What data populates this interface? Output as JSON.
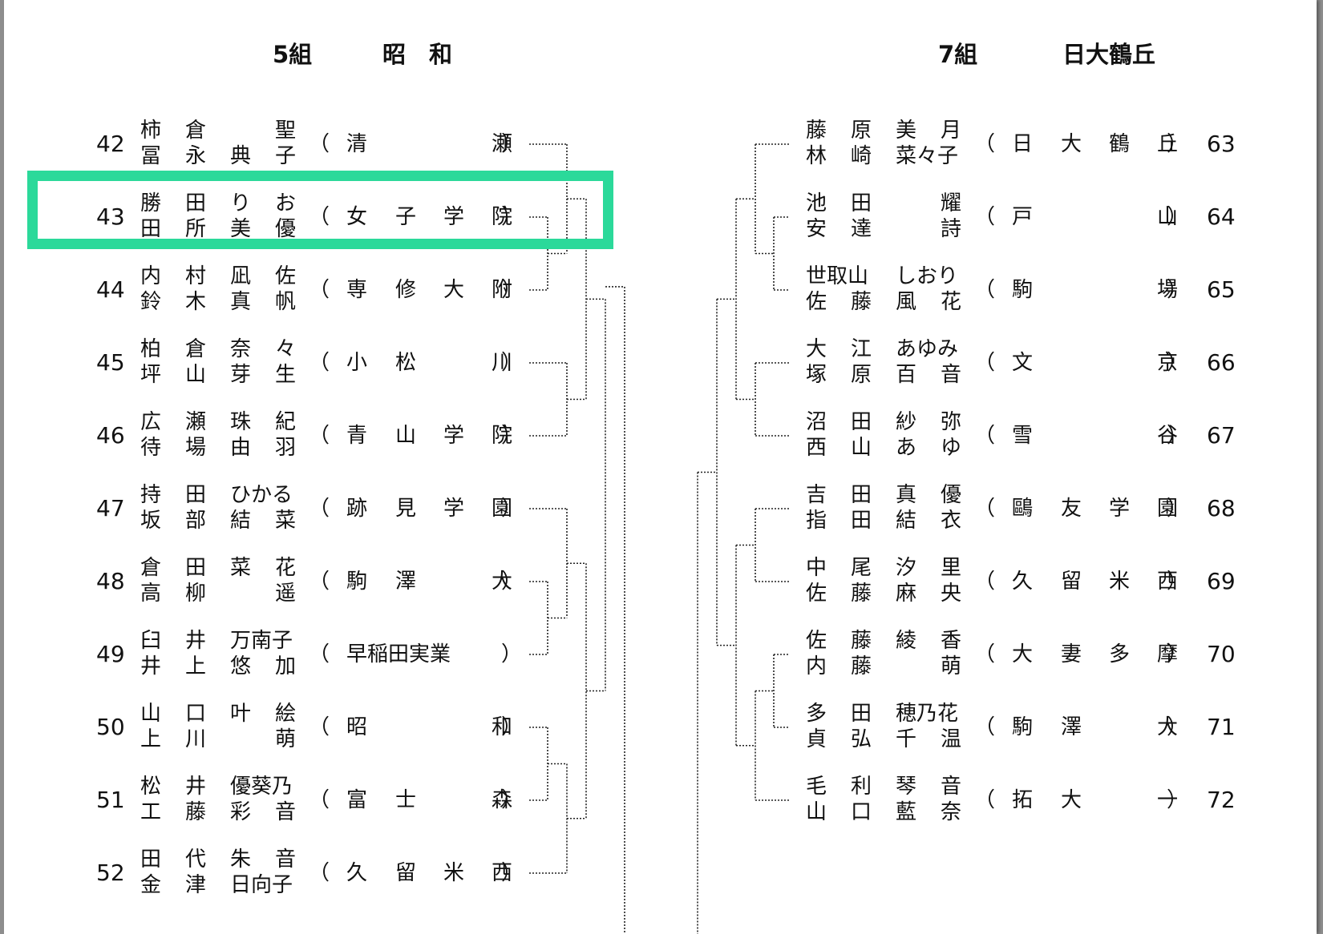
{
  "left": {
    "group": "5組",
    "school": "昭　和",
    "entries": [
      {
        "no": "42",
        "p1": [
          "柿",
          "倉",
          "",
          "聖"
        ],
        "p2": [
          "冨",
          "永",
          "典",
          "子"
        ],
        "school": [
          "清",
          "",
          "",
          "瀬"
        ]
      },
      {
        "no": "43",
        "p1": [
          "勝",
          "田",
          "り",
          "お"
        ],
        "p2": [
          "田",
          "所",
          "美",
          "優"
        ],
        "school": [
          "女",
          "子",
          "学",
          "院"
        ]
      },
      {
        "no": "44",
        "p1": [
          "内",
          "村",
          "凪",
          "佐"
        ],
        "p2": [
          "鈴",
          "木",
          "真",
          "帆"
        ],
        "school": [
          "専",
          "修",
          "大",
          "附"
        ]
      },
      {
        "no": "45",
        "p1": [
          "柏",
          "倉",
          "奈",
          "々"
        ],
        "p2": [
          "坪",
          "山",
          "芽",
          "生"
        ],
        "school": [
          "小",
          "松",
          "",
          "川"
        ]
      },
      {
        "no": "46",
        "p1": [
          "広",
          "瀬",
          "珠",
          "紀"
        ],
        "p2": [
          "待",
          "場",
          "由",
          "羽"
        ],
        "school": [
          "青",
          "山",
          "学",
          "院"
        ]
      },
      {
        "no": "47",
        "p1": [
          "持",
          "田",
          "ひかる",
          ""
        ],
        "p2": [
          "坂",
          "部",
          "結",
          "菜"
        ],
        "school": [
          "跡",
          "見",
          "学",
          "園"
        ]
      },
      {
        "no": "48",
        "p1": [
          "倉",
          "田",
          "菜",
          "花"
        ],
        "p2": [
          "高",
          "柳",
          "",
          "遥"
        ],
        "school": [
          "駒",
          "澤",
          "",
          "大"
        ]
      },
      {
        "no": "49",
        "p1": [
          "臼",
          "井",
          "万南子",
          ""
        ],
        "p2": [
          "井",
          "上",
          "悠",
          "加"
        ],
        "school": [
          "早稲田実業",
          "",
          "",
          ""
        ]
      },
      {
        "no": "50",
        "p1": [
          "山",
          "口",
          "叶",
          "絵"
        ],
        "p2": [
          "上",
          "川",
          "",
          "萌"
        ],
        "school": [
          "昭",
          "",
          "",
          "和"
        ]
      },
      {
        "no": "51",
        "p1": [
          "松",
          "井",
          "優葵乃",
          ""
        ],
        "p2": [
          "工",
          "藤",
          "彩",
          "音"
        ],
        "school": [
          "富",
          "士",
          "",
          "森"
        ]
      },
      {
        "no": "52",
        "p1": [
          "田",
          "代",
          "朱",
          "音"
        ],
        "p2": [
          "金",
          "津",
          "日向子",
          ""
        ],
        "school": [
          "久",
          "留",
          "米",
          "西"
        ]
      }
    ]
  },
  "right": {
    "group": "7組",
    "school": "日大鶴丘",
    "entries": [
      {
        "no": "63",
        "p1": [
          "藤",
          "原",
          "美",
          "月"
        ],
        "p2": [
          "林",
          "崎",
          "菜々子",
          ""
        ],
        "school": [
          "日",
          "大",
          "鶴",
          "丘"
        ]
      },
      {
        "no": "64",
        "p1": [
          "池",
          "田",
          "",
          "耀"
        ],
        "p2": [
          "安",
          "達",
          "",
          "詩"
        ],
        "school": [
          "戸",
          "",
          "",
          "山"
        ]
      },
      {
        "no": "65",
        "p1": [
          "世取山",
          "",
          "しおり",
          ""
        ],
        "p2": [
          "佐",
          "藤",
          "風",
          "花"
        ],
        "school": [
          "駒",
          "",
          "",
          "場"
        ]
      },
      {
        "no": "66",
        "p1": [
          "大",
          "江",
          "あゆみ",
          ""
        ],
        "p2": [
          "塚",
          "原",
          "百",
          "音"
        ],
        "school": [
          "文",
          "",
          "",
          "京"
        ]
      },
      {
        "no": "67",
        "p1": [
          "沼",
          "田",
          "紗",
          "弥"
        ],
        "p2": [
          "西",
          "山",
          "あ",
          "ゆ"
        ],
        "school": [
          "雪",
          "",
          "",
          "谷"
        ]
      },
      {
        "no": "68",
        "p1": [
          "吉",
          "田",
          "真",
          "優"
        ],
        "p2": [
          "指",
          "田",
          "結",
          "衣"
        ],
        "school": [
          "鷗",
          "友",
          "学",
          "園"
        ]
      },
      {
        "no": "69",
        "p1": [
          "中",
          "尾",
          "汐",
          "里"
        ],
        "p2": [
          "佐",
          "藤",
          "麻",
          "央"
        ],
        "school": [
          "久",
          "留",
          "米",
          "西"
        ]
      },
      {
        "no": "70",
        "p1": [
          "佐",
          "藤",
          "綾",
          "香"
        ],
        "p2": [
          "内",
          "藤",
          "",
          "萌"
        ],
        "school": [
          "大",
          "妻",
          "多",
          "摩"
        ]
      },
      {
        "no": "71",
        "p1": [
          "多",
          "田",
          "穂乃花",
          ""
        ],
        "p2": [
          "貞",
          "弘",
          "千",
          "温"
        ],
        "school": [
          "駒",
          "澤",
          "",
          "大"
        ]
      },
      {
        "no": "72",
        "p1": [
          "毛",
          "利",
          "琴",
          "音"
        ],
        "p2": [
          "山",
          "口",
          "藍",
          "奈"
        ],
        "school": [
          "拓",
          "大",
          "",
          "一"
        ]
      }
    ]
  },
  "paren_open": "（",
  "paren_close": "）",
  "colors": {
    "highlight": "#2bd99a",
    "bracket": "#222222",
    "background": "#8e8e8e"
  }
}
